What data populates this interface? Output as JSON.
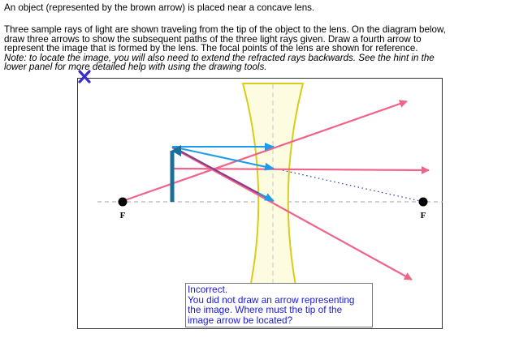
{
  "intro": "An object (represented by the brown arrow) is placed near a concave lens.",
  "instructions": {
    "lines": [
      "Three sample rays of light are shown traveling from the tip of the object to the lens. On the diagram below,",
      "draw three arrows to show the subsequent paths of the three light rays given. Draw a fourth arrow to",
      "represent the image that is formed by the lens. The focal points of the lens are shown for reference."
    ],
    "note_lines": [
      "Note: to locate the image, you will also need to extend the refracted rays backwards. See the hint in the",
      "lower panel for more detailed help with using the drawing tools."
    ]
  },
  "diagram": {
    "focal_left_label": "F",
    "focal_right_label": "F",
    "marker_icon": "x-mark-icon"
  },
  "feedback": {
    "lines": [
      "Incorrect.",
      "You did not draw an arrow representing",
      "the image. Where must the tip of the",
      "image arrow be located?"
    ]
  },
  "colors": {
    "object_arrow": "#1a6e9a",
    "incident_ray": "#1e9be8",
    "student_ray": "#f0648a",
    "lens_fill": "#fdfbe0",
    "lens_edge": "#d8cc1c",
    "axis": "#b8b8b8",
    "marker": "#3a2cc8",
    "feedback_text": "#1a1ad6"
  }
}
